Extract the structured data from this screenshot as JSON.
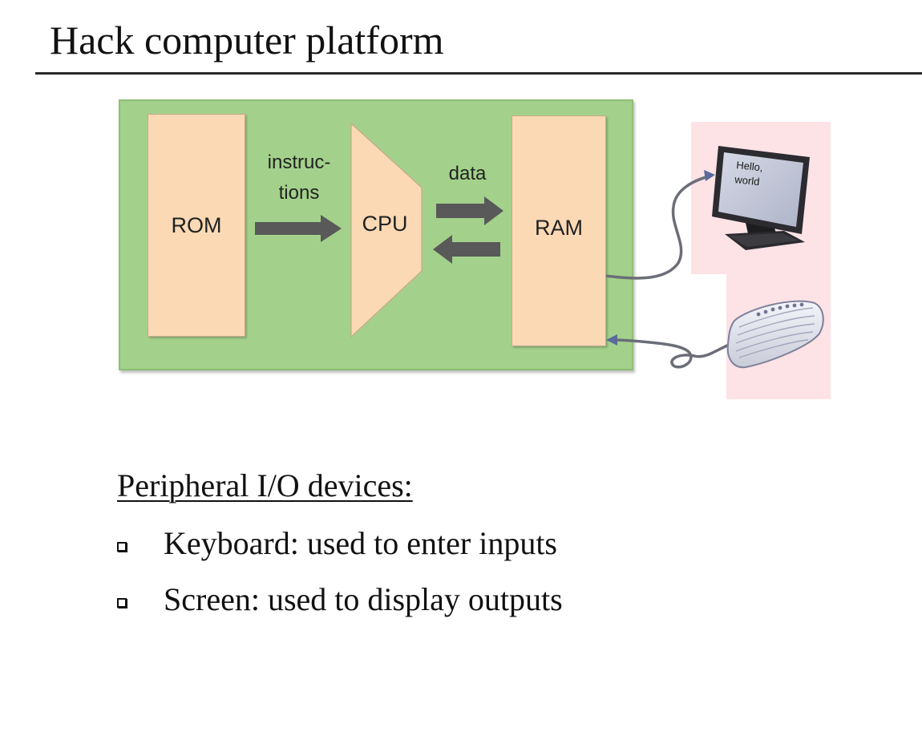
{
  "slide": {
    "title": "Hack computer platform"
  },
  "diagram": {
    "rom_label": "ROM",
    "cpu_label": "CPU",
    "ram_label": "RAM",
    "instructions_line1": "instruc-",
    "instructions_line2": "tions",
    "data_label": "data",
    "screen_text_line1": "Hello,",
    "screen_text_line2": "world",
    "colors": {
      "board_fill": "#a3d18b",
      "module_fill": "#fbd9b5",
      "arrow_fill": "#595959",
      "io_panel_fill": "#fde2e6"
    },
    "icons": {
      "screen": "monitor-icon",
      "keyboard": "keyboard-icon"
    }
  },
  "peripherals": {
    "heading": "Peripheral I/O devices:",
    "items": [
      {
        "text": "Keyboard: used to enter inputs"
      },
      {
        "text": "Screen: used to display outputs"
      }
    ]
  }
}
